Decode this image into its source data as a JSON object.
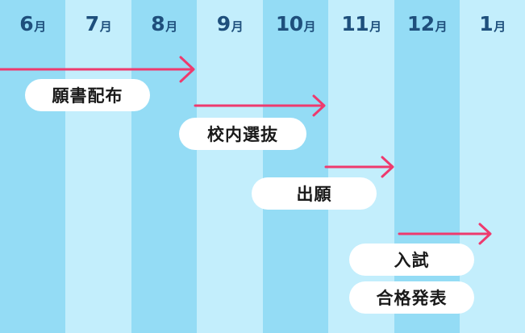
{
  "months": [
    {
      "num": "6",
      "unit": "月"
    },
    {
      "num": "7",
      "unit": "月"
    },
    {
      "num": "8",
      "unit": "月"
    },
    {
      "num": "9",
      "unit": "月"
    },
    {
      "num": "10",
      "unit": "月"
    },
    {
      "num": "11",
      "unit": "月"
    },
    {
      "num": "12",
      "unit": "月"
    },
    {
      "num": "1",
      "unit": "月"
    }
  ],
  "events": [
    {
      "label": "願書配布",
      "arrow_from_month": "6",
      "arrow_to_month": "8"
    },
    {
      "label": "校内選抜",
      "arrow_from_month": "9",
      "arrow_to_month": "10"
    },
    {
      "label": "出願",
      "arrow_from_month": "11",
      "arrow_to_month": "11"
    },
    {
      "label": "入試",
      "arrow_from_month": "12",
      "arrow_to_month": "1"
    },
    {
      "label": "合格発表"
    }
  ],
  "colors": {
    "column_dark": "#94dcf5",
    "column_light": "#c3eefc",
    "month_text": "#1e4f7c",
    "arrow": "#ee3a6e",
    "pill_background": "#ffffff",
    "pill_text": "#1a1a1a"
  }
}
